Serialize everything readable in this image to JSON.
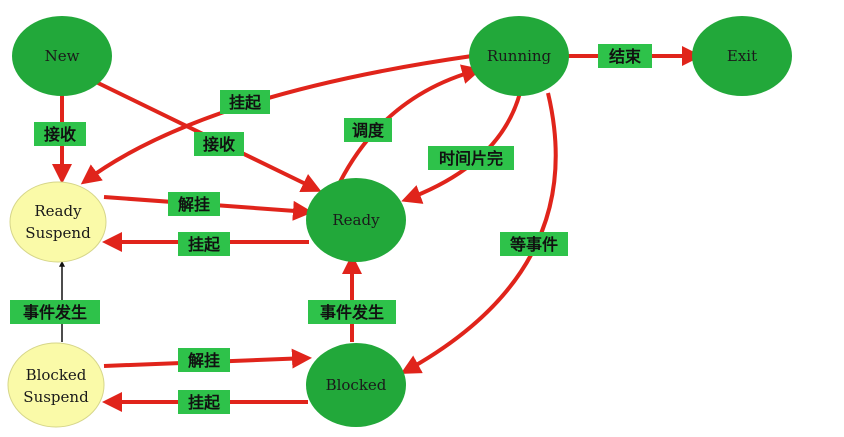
{
  "colors": {
    "active_state": "#22a83a",
    "suspended_state": "#fafaa8",
    "suspended_stroke": "#d6d68a",
    "arrow": "#e0241b",
    "label_bg": "#2ec24a"
  },
  "states": {
    "new": "New",
    "running": "Running",
    "exit": "Exit",
    "ready": "Ready",
    "ready_suspend": [
      "Ready",
      "Suspend"
    ],
    "blocked": "Blocked",
    "blocked_suspend": [
      "Blocked",
      "Suspend"
    ]
  },
  "transitions": {
    "running_exit": "结束",
    "running_ready_suspend": "挂起",
    "new_ready_suspend": "接收",
    "new_ready": "接收",
    "ready_running": "调度",
    "running_ready": "时间片完",
    "ready_suspend_ready": "解挂",
    "ready_ready_suspend": "挂起",
    "running_blocked": "等事件",
    "blocked_suspend_ready_suspend": "事件发生",
    "blocked_ready": "事件发生",
    "blocked_suspend_blocked": "解挂",
    "blocked_blocked_suspend": "挂起"
  }
}
